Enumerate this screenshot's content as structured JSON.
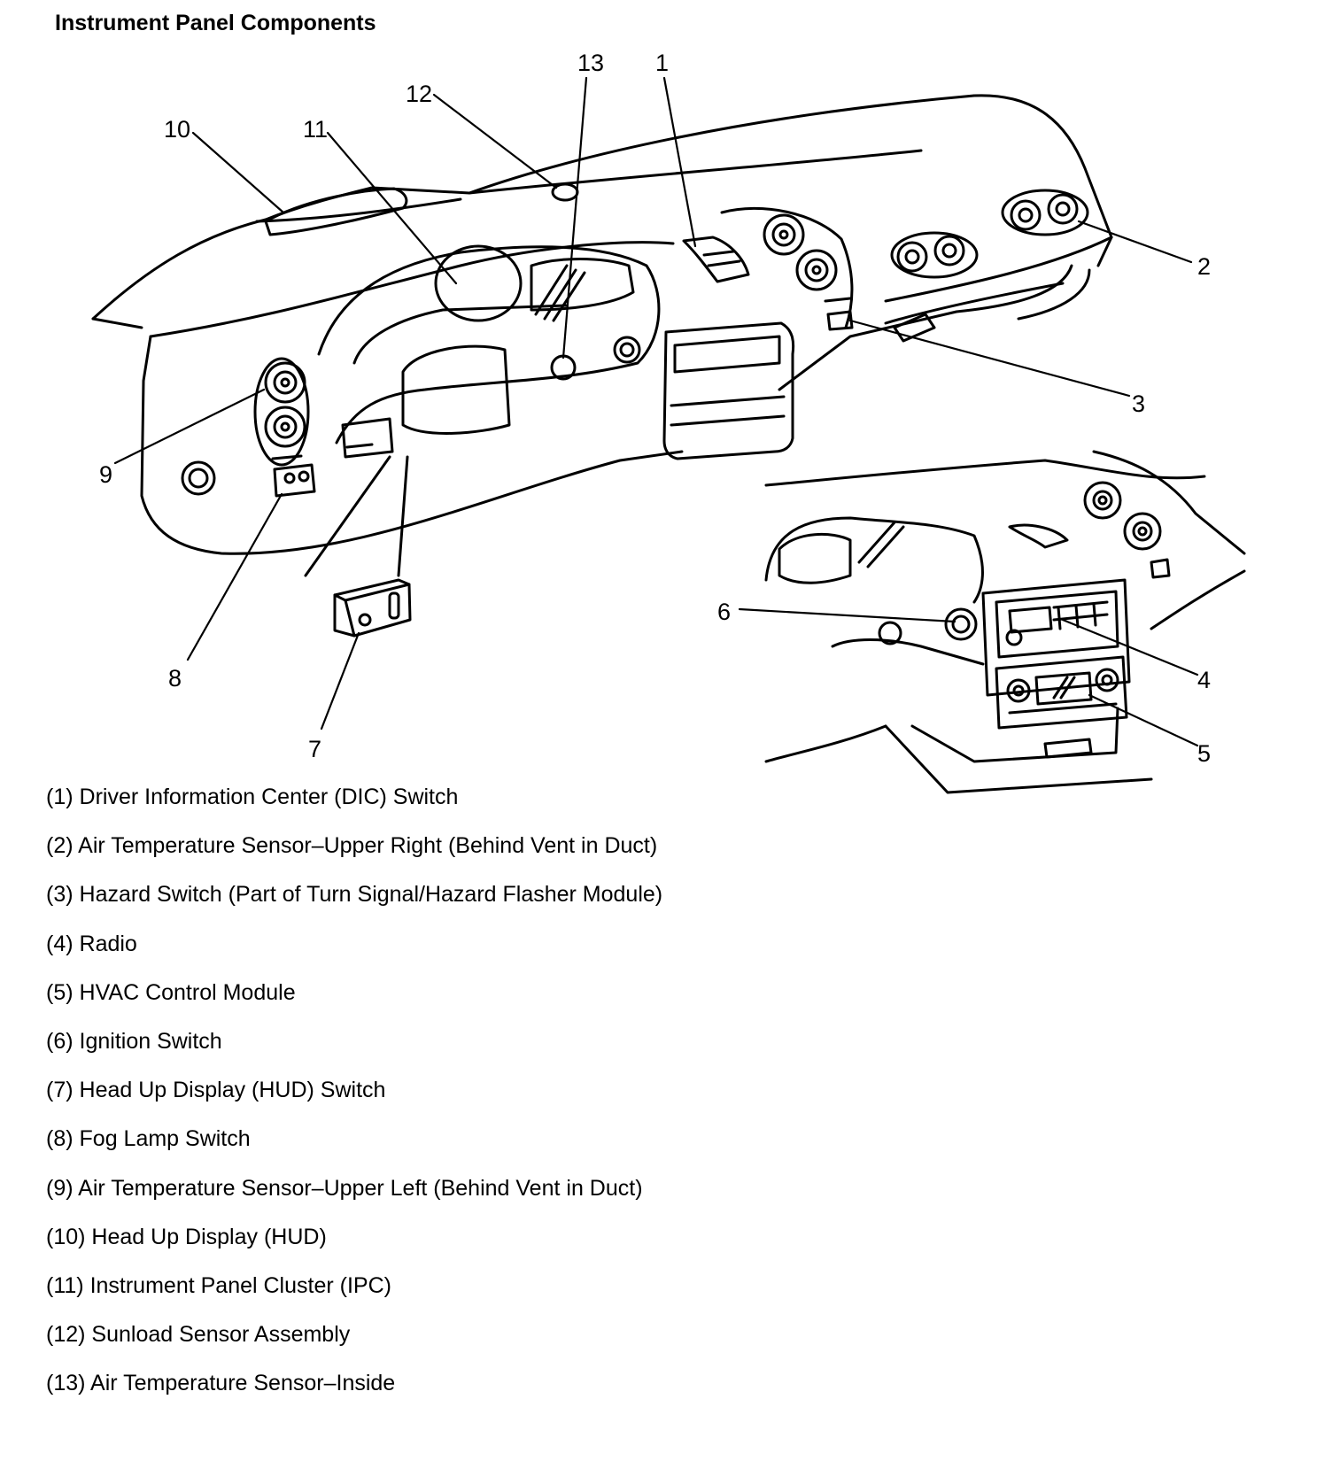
{
  "title": "Instrument Panel Components",
  "callouts": [
    {
      "n": "1",
      "label": "Driver Information Center (DIC) Switch"
    },
    {
      "n": "2",
      "label": "Air Temperature Sensor–Upper Right (Behind Vent in Duct)"
    },
    {
      "n": "3",
      "label": "Hazard Switch (Part of Turn Signal/Hazard Flasher Module)"
    },
    {
      "n": "4",
      "label": "Radio"
    },
    {
      "n": "5",
      "label": "HVAC Control Module"
    },
    {
      "n": "6",
      "label": "Ignition Switch"
    },
    {
      "n": "7",
      "label": "Head Up Display (HUD) Switch"
    },
    {
      "n": "8",
      "label": "Fog Lamp Switch"
    },
    {
      "n": "9",
      "label": "Air Temperature Sensor–Upper Left (Behind Vent in Duct)"
    },
    {
      "n": "10",
      "label": "Head Up Display (HUD)"
    },
    {
      "n": "11",
      "label": "Instrument Panel Cluster (IPC)"
    },
    {
      "n": "12",
      "label": "Sunload Sensor Assembly"
    },
    {
      "n": "13",
      "label": "Air Temperature Sensor–Inside"
    }
  ]
}
